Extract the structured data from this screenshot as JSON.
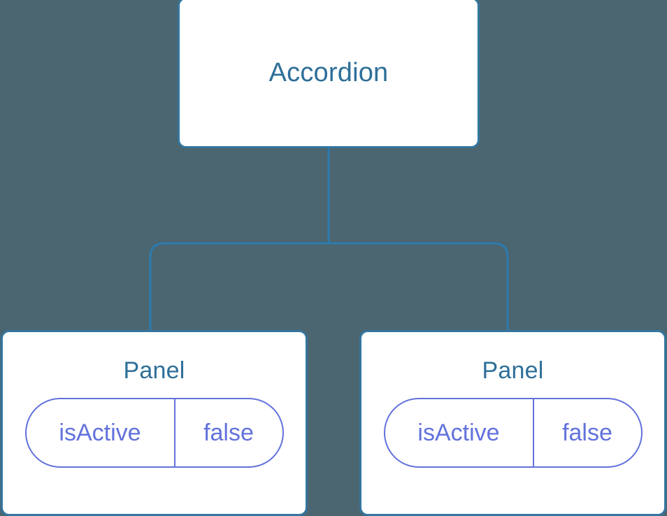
{
  "diagram": {
    "type": "component-tree",
    "background_color": "#4b6670",
    "node_fill_color": "#ffffff",
    "node_border_color": "#34769f",
    "node_title_color": "#2e6f99",
    "prop_color": "#6272dc",
    "edge_color": "#2d7bae"
  },
  "root": {
    "title": "Accordion"
  },
  "children": [
    {
      "title": "Panel",
      "prop": {
        "key": "isActive",
        "value": "false"
      }
    },
    {
      "title": "Panel",
      "prop": {
        "key": "isActive",
        "value": "false"
      }
    }
  ]
}
